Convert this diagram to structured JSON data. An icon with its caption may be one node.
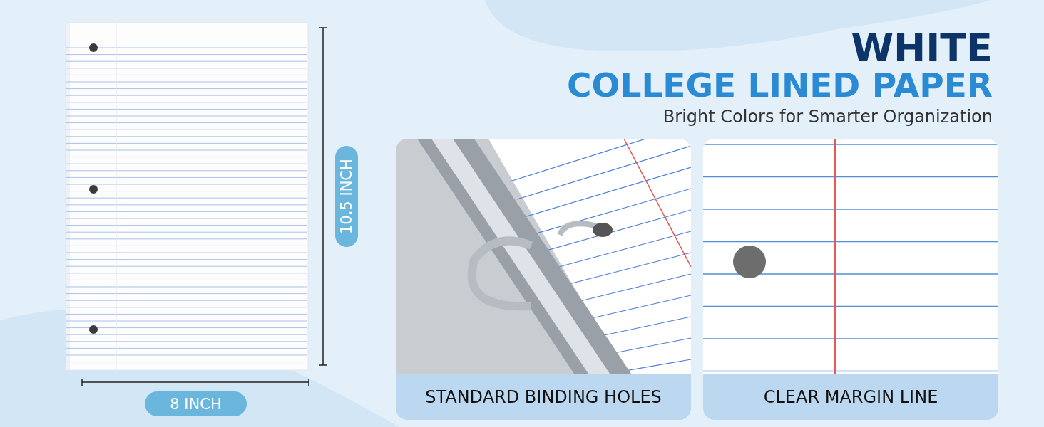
{
  "diagram": {
    "labels": [
      "WHITE",
      "COLLEGE LINED PAPER",
      "Bright Colors for Smarter Organization",
      "10.5 INCH",
      "8 INCH",
      "STANDARD BINDING HOLES",
      "CLEAR MARGIN LINE"
    ]
  }
}
